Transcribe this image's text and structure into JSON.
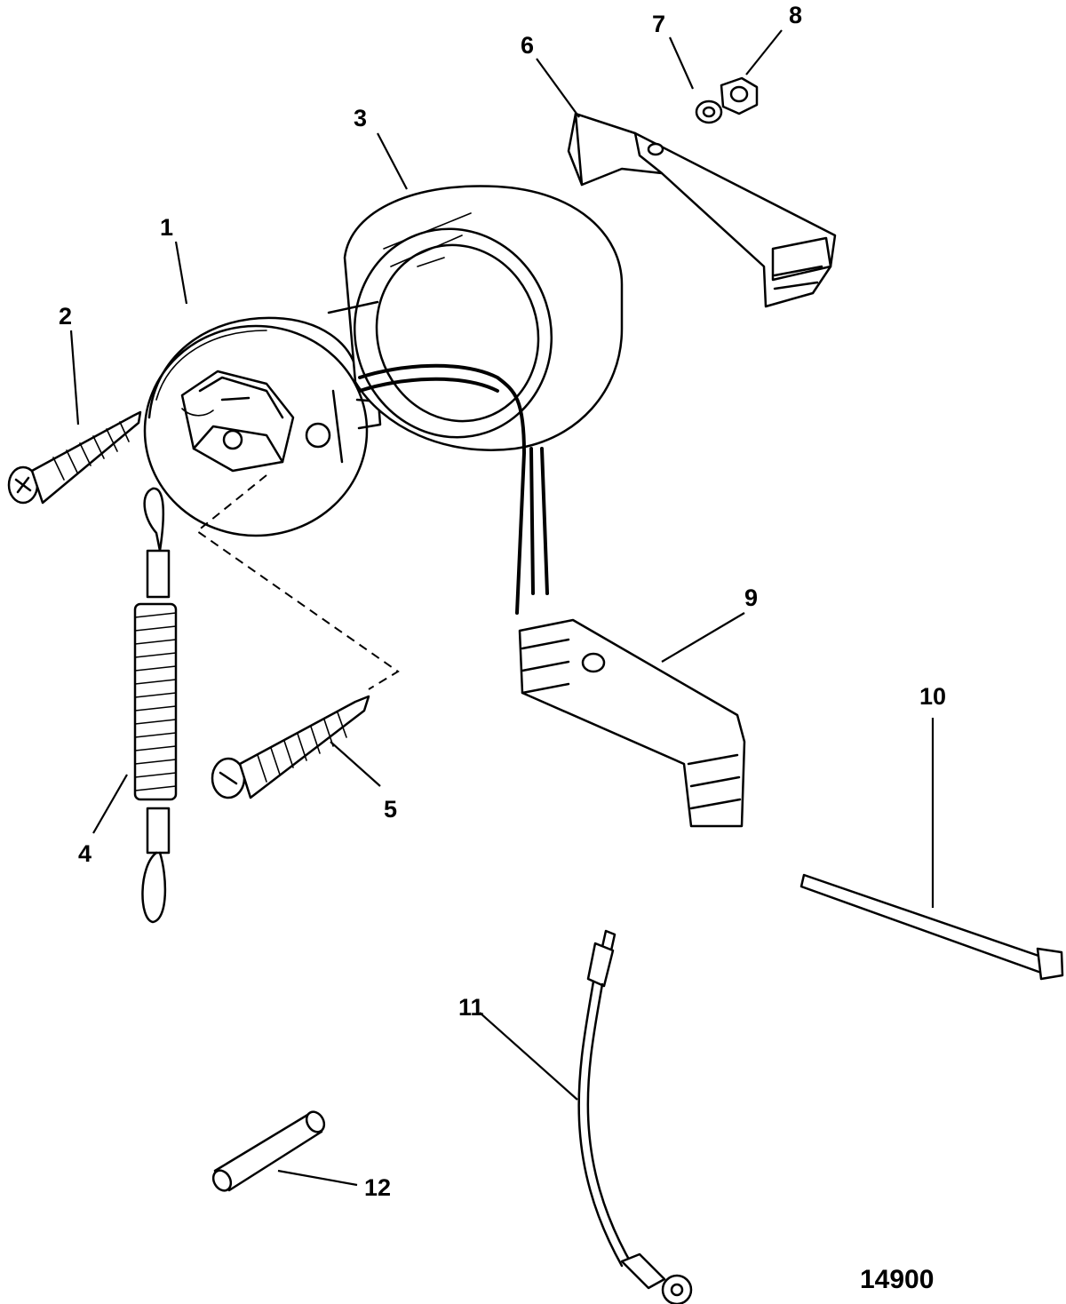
{
  "figure_id": "14900",
  "callouts": [
    {
      "label": "1"
    },
    {
      "label": "2"
    },
    {
      "label": "3"
    },
    {
      "label": "4"
    },
    {
      "label": "5"
    },
    {
      "label": "6"
    },
    {
      "label": "7"
    },
    {
      "label": "8"
    },
    {
      "label": "9"
    },
    {
      "label": "10"
    },
    {
      "label": "11"
    },
    {
      "label": "12"
    }
  ]
}
